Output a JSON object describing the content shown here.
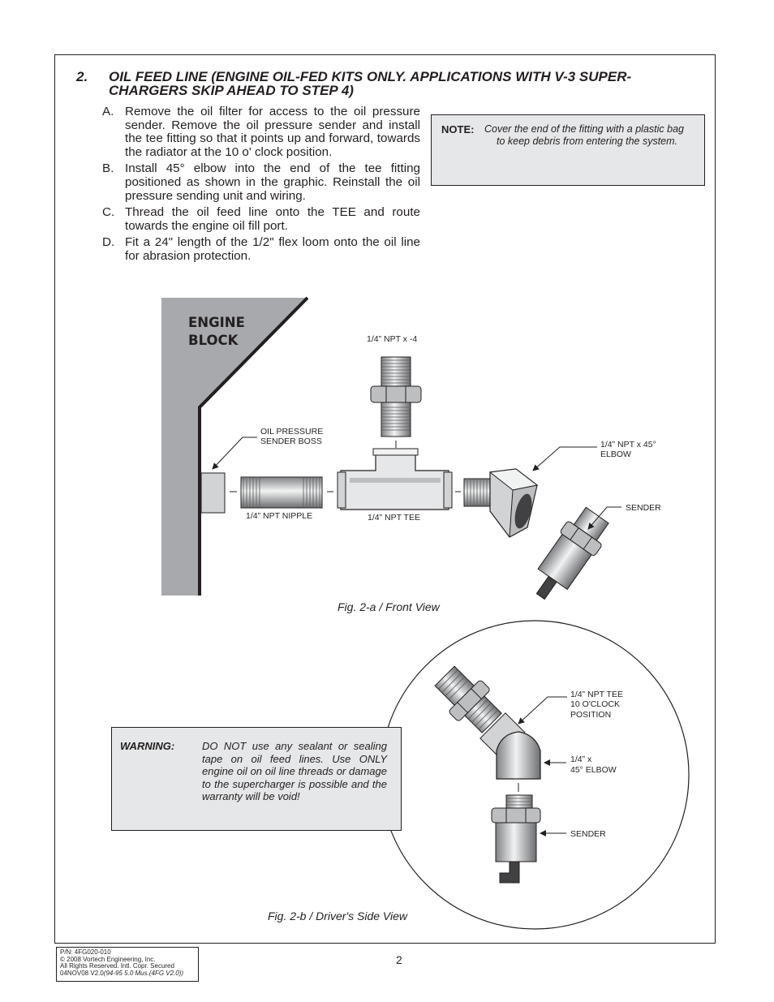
{
  "section": {
    "number": "2.",
    "title_line1": "OIL FEED LINE (ENGINE OIL-FED KITS ONLY. APPLICATIONS WITH V-3 SUPER-",
    "title_line2": "CHARGERS SKIP AHEAD TO STEP 4)"
  },
  "steps": [
    {
      "letter": "A.",
      "text": "Remove the oil filter for access to the oil pressure sender. Remove the oil pressure sender and install the tee fitting so that it points up and forward, towards the radiator at the 10 o' clock position."
    },
    {
      "letter": "B.",
      "text": "Install 45° elbow into the end of the tee fitting positioned as shown in the graphic. Reinstall the oil pressure sending unit and wiring."
    },
    {
      "letter": "C.",
      "text": "Thread the oil feed line onto the TEE and route towards the engine oil fill port."
    },
    {
      "letter": "D.",
      "text": "Fit a 24\" length of the 1/2\" flex loom onto the oil line for abrasion protection."
    }
  ],
  "note": {
    "label": "NOTE:",
    "text_line1": "Cover the end of the fitting with a plastic bag",
    "text_line2": "to keep debris from entering the system."
  },
  "fig_a": {
    "block_line1": "ENGINE",
    "block_line2": "BLOCK",
    "labels": {
      "npt_x_4": "1/4” NPT x -4",
      "sender_boss_1": "OIL PRESSURE",
      "sender_boss_2": "SENDER BOSS",
      "elbow_1": "1/4” NPT x 45°",
      "elbow_2": "ELBOW",
      "sender": "SENDER",
      "nipple": "1/4” NPT NIPPLE",
      "tee": "1/4” NPT TEE"
    },
    "caption": "Fig. 2-a / Front View"
  },
  "fig_b": {
    "labels": {
      "tee_1": "1/4” NPT TEE",
      "tee_2": "10 O'CLOCK",
      "tee_3": "POSITION",
      "elbow_1": "1/4” x",
      "elbow_2": "45° ELBOW",
      "sender": "SENDER"
    },
    "caption": "Fig. 2-b / Driver's Side View"
  },
  "warning": {
    "label": "WARNING:",
    "text": "DO NOT use any sealant or sealing tape on oil feed lines. Use ONLY engine oil on oil line threads or damage to the supercharger is possible and the warranty will be void!"
  },
  "footer": {
    "line1": "P/N: 4FG020-010",
    "line2": "© 2008 Vortech Engineering, Inc.",
    "line3": "All Rights Reserved.  Intl. Copr. Secured",
    "line4_a": "04NOV08 V2.0",
    "line4_b": "(94-95 5.0 Mus.(4FG V2.0))"
  },
  "page_number": "2",
  "colors": {
    "engine_block": "#a7a9ac",
    "metal_light": "#e6e7e8",
    "metal_mid": "#bcbec0",
    "metal_dark": "#808285",
    "panel_fill": "#e6e7e8",
    "ink": "#231f20"
  }
}
